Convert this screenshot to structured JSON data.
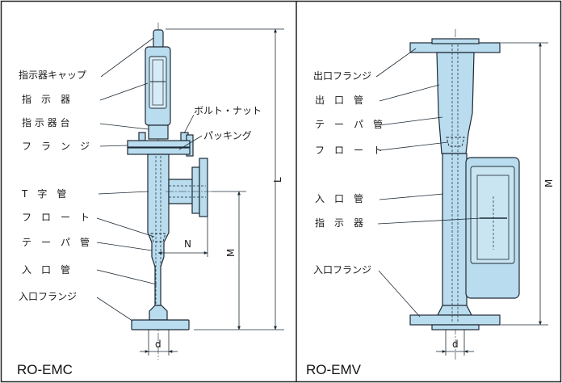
{
  "left": {
    "model": "RO-EMC",
    "labels": {
      "indicator_cap": "指示器キャップ",
      "indicator": "指　示　器",
      "indicator_base": "指 示 器 台",
      "flange": "フ　ラ　ン　ジ",
      "bolt_nut": "ボルト・ナット",
      "packing": "パッキング",
      "t_pipe": "T　字　管",
      "float": "フ　ロ　ー　ト",
      "taper_pipe": "テ　ー　パ　管",
      "inlet_pipe": "入　口　管",
      "inlet_flange": "入口フランジ"
    },
    "dims": {
      "L": "L",
      "M": "M",
      "N": "N",
      "d": "d"
    }
  },
  "right": {
    "model": "RO-EMV",
    "labels": {
      "outlet_flange": "出口フランジ",
      "outlet_pipe": "出　口　管",
      "taper_pipe": "テ　ー　パ　管",
      "float": "フ　ロ　ー　ト",
      "inlet_pipe": "入　口　管",
      "indicator": "指　示　器",
      "inlet_flange": "入口フランジ"
    },
    "dims": {
      "M": "M",
      "d": "d"
    }
  },
  "colors": {
    "body": "#b9dcee",
    "line": "#1e2a35",
    "frame": "#222222"
  }
}
